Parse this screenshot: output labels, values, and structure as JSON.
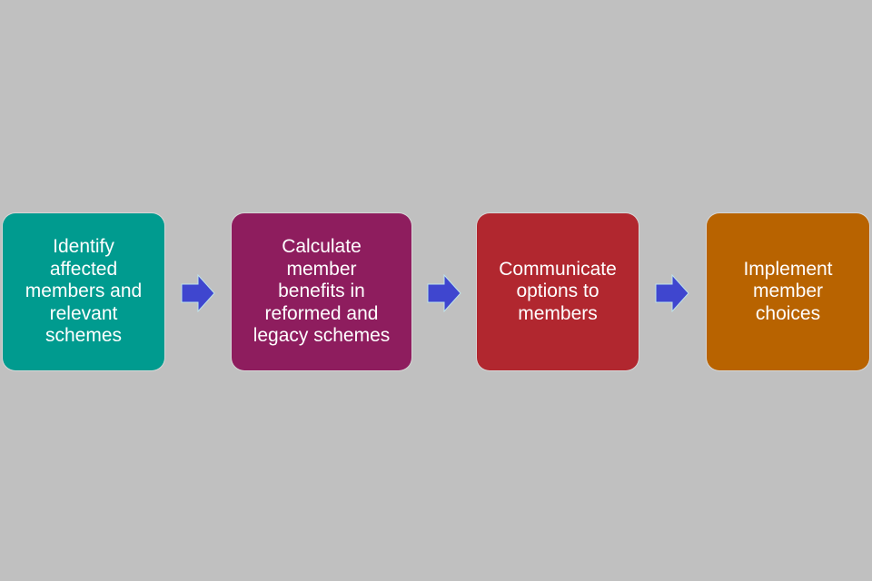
{
  "steps": [
    {
      "label": "Identify\naffected\nmembers and\nrelevant\nschemes",
      "color": "#009b8f"
    },
    {
      "label": "Calculate\nmember\nbenefits in\nreformed and\nlegacy schemes",
      "color": "#8e1d5e"
    },
    {
      "label": "Communicate\noptions to\nmembers",
      "color": "#b1272f"
    },
    {
      "label": "Implement\nmember\nchoices",
      "color": "#b86300"
    }
  ],
  "arrows": [
    {
      "icon": "right-arrow-icon",
      "color": "#3f46cf"
    },
    {
      "icon": "right-arrow-icon",
      "color": "#3f46cf"
    },
    {
      "icon": "right-arrow-icon",
      "color": "#3f46cf"
    }
  ]
}
